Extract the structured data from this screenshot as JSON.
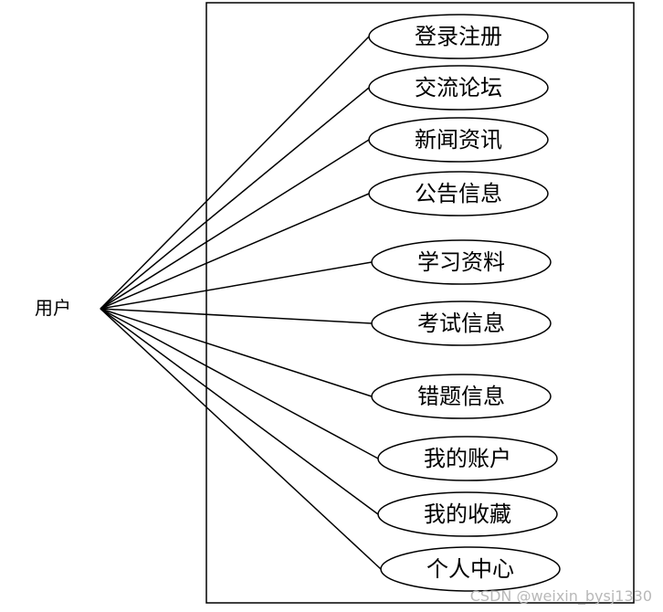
{
  "actor": {
    "label": "用户"
  },
  "use_cases": [
    {
      "label": "登录注册"
    },
    {
      "label": "交流论坛"
    },
    {
      "label": "新闻资讯"
    },
    {
      "label": "公告信息"
    },
    {
      "label": "学习资料"
    },
    {
      "label": "考试信息"
    },
    {
      "label": "错题信息"
    },
    {
      "label": "我的账户"
    },
    {
      "label": "我的收藏"
    },
    {
      "label": "个人中心"
    }
  ],
  "watermark": "CSDN @weixin_bysj1330"
}
